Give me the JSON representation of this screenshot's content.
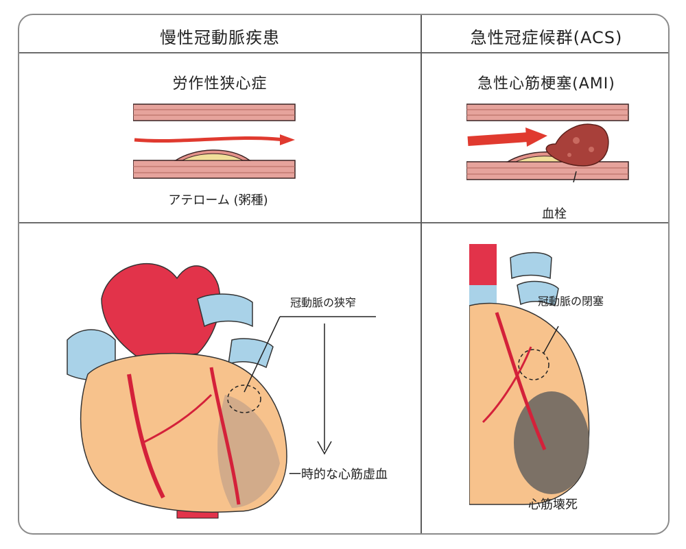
{
  "headers": {
    "left": "慢性冠動脈疾患",
    "right": "急性冠症候群(ACS)"
  },
  "left_panel": {
    "title": "労作性狭心症",
    "artery_label": "アテローム (粥種)",
    "heart_callout": "冠動脈の狭窄",
    "heart_result": "一時的な心筋虚血"
  },
  "right_panel": {
    "title": "急性心筋梗塞(AMI)",
    "artery_label": "血栓",
    "heart_callout": "冠動脈の閉塞",
    "heart_result": "心筋壊死"
  }
}
